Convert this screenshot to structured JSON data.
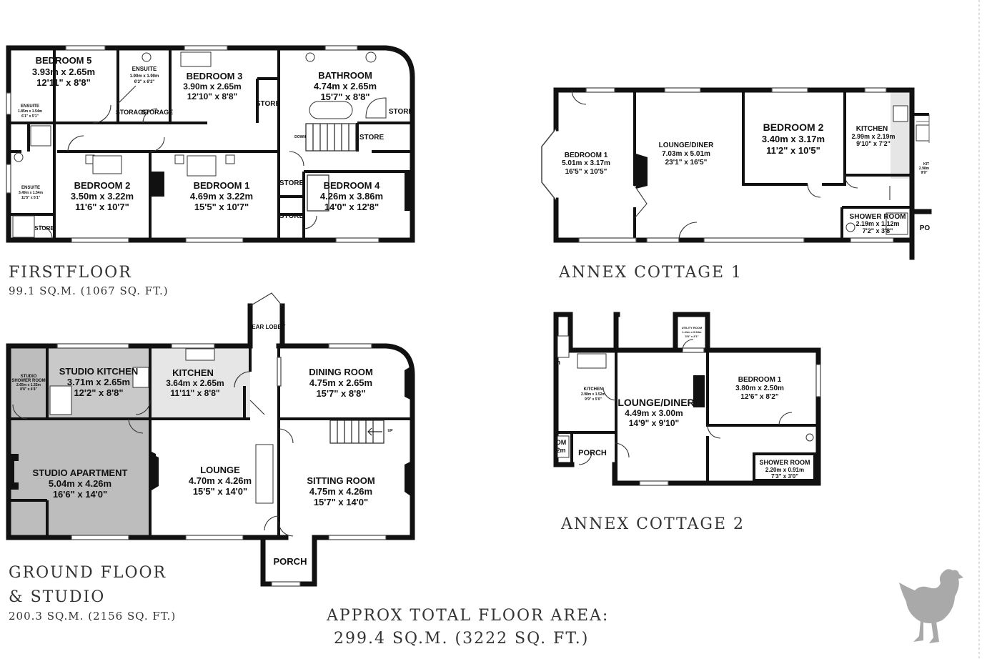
{
  "first_floor": {
    "title": "FIRSTFLOOR",
    "area": "99.1 SQ.M. (1067 SQ. FT.)",
    "rooms": {
      "bedroom5": {
        "name": "BEDROOM 5",
        "m": "3.93m  x 2.65m",
        "ft": "12'11\"  x 8'8\""
      },
      "ensuite_top": {
        "name": "ENSUITE",
        "m": "1.90m  x 1.90m",
        "ft": "6'3\"  x 6'3\""
      },
      "bedroom3": {
        "name": "BEDROOM 3",
        "m": "3.90m  x 2.65m",
        "ft": "12'10\"  x 8'8\""
      },
      "store_b3": {
        "name": "STORE"
      },
      "bathroom": {
        "name": "BATHROOM",
        "m": "4.74m  x 2.65m",
        "ft": "15'7\"  x 8'8\""
      },
      "store_bath": {
        "name": "STORE"
      },
      "storage1": {
        "name": "STORAGE"
      },
      "storage2": {
        "name": "STORAGE"
      },
      "down": {
        "name": "DOWN"
      },
      "store_landing": {
        "name": "STORE"
      },
      "ensuite_left": {
        "name": "ENSUITE",
        "m": "1.85m  x 1.54m",
        "ft": "6'1\"  x 5'1\""
      },
      "ensuite_left2": {
        "name": "ENSUITE",
        "m": "3.49m  x 1.54m",
        "ft": "11'5\"  x 5'1\""
      },
      "store_e2": {
        "name": "STORE"
      },
      "bedroom2": {
        "name": "BEDROOM 2",
        "m": "3.50m  x 3.22m",
        "ft": "11'6\"  x 10'7\""
      },
      "bedroom1": {
        "name": "BEDROOM 1",
        "m": "4.69m  x 3.22m",
        "ft": "15'5\"  x 10'7\""
      },
      "store_mid1": {
        "name": "STORE"
      },
      "store_mid2": {
        "name": "STORE"
      },
      "bedroom4": {
        "name": "BEDROOM 4",
        "m": "4.26m  x 3.86m",
        "ft": "14'0\"  x 12'8\""
      }
    }
  },
  "ground_floor": {
    "title_line1": "GROUND FLOOR",
    "title_line2": "& STUDIO",
    "area": "200.3 SQ.M. (2156 SQ. FT.)",
    "rooms": {
      "studio_shower": {
        "name1": "STUDIO",
        "name2": "SHOWER ROOM",
        "m": "2.65m  x 1.32m",
        "ft": "8'8\"  x 4'4\""
      },
      "studio_kitchen": {
        "name": "STUDIO KITCHEN",
        "m": "3.71m  x 2.65m",
        "ft": "12'2\"  x 8'8\""
      },
      "kitchen": {
        "name": "KITCHEN",
        "m": "3.64m  x 2.65m",
        "ft": "11'11\"  x 8'8\""
      },
      "rear_lobby": {
        "name": "REAR LOBBY"
      },
      "dining": {
        "name": "DINING ROOM",
        "m": "4.75m  x 2.65m",
        "ft": "15'7\"  x 8'8\""
      },
      "up": {
        "name": "UP"
      },
      "studio_apartment": {
        "name": "STUDIO APARTMENT",
        "m": "5.04m  x 4.26m",
        "ft": "16'6\"  x 14'0\""
      },
      "lounge": {
        "name": "LOUNGE",
        "m": "4.70m  x 4.26m",
        "ft": "15'5\"  x 14'0\""
      },
      "sitting": {
        "name": "SITTING ROOM",
        "m": "4.75m  x 4.26m",
        "ft": "15'7\"  x 14'0\""
      },
      "porch": {
        "name": "PORCH"
      }
    }
  },
  "annex1": {
    "title": "ANNEX COTTAGE 1",
    "rooms": {
      "bedroom1": {
        "name": "BEDROOM 1",
        "m": "5.01m  x 3.17m",
        "ft": "16'5\"  x 10'5\""
      },
      "lounge": {
        "name": "LOUNGE/DINER",
        "m": "7.03m  x 5.01m",
        "ft": "23'1\"  x 16'5\""
      },
      "bedroom2": {
        "name": "BEDROOM 2",
        "m": "3.40m  x 3.17m",
        "ft": "11'2\"  x 10'5\""
      },
      "kitchen": {
        "name": "KITCHEN",
        "m": "2.99m  x 2.19m",
        "ft": "9'10\"  x 7'2\""
      },
      "kit_cut": {
        "name": "KIT",
        "m": "2.98m",
        "ft": "9'9\""
      },
      "shower": {
        "name": "SHOWER ROOM",
        "m": "2.19m  x 1.12m",
        "ft": "7'2\"  x 3'8\""
      },
      "porch_cut": {
        "name": "PO"
      }
    }
  },
  "annex2": {
    "title": "ANNEX COTTAGE 2",
    "rooms": {
      "cut_left": {
        "name": "m"
      },
      "cut_left2": {
        "name": "OM",
        "m": "2m"
      },
      "utility": {
        "name": "UTILITY ROOM",
        "m": "1.11m x 0.94m",
        "ft": "3'8\" x 3'1\""
      },
      "kitchen": {
        "name": "KITCHEN",
        "m": "2.98m  x 1.52m",
        "ft": "9'9\"  x 5'0\""
      },
      "lounge": {
        "name": "LOUNGE/DINER",
        "m": "4.49m  x 3.00m",
        "ft": "14'9\"  x 9'10\""
      },
      "bedroom1": {
        "name": "BEDROOM 1",
        "m": "3.80m  x 2.50m",
        "ft": "12'6\"  x 8'2\""
      },
      "porch": {
        "name": "PORCH"
      },
      "shower": {
        "name": "SHOWER ROOM",
        "m": "2.20m  x 0.91m",
        "ft": "7'3\"  x 3'0\""
      }
    }
  },
  "total": {
    "line1": "APPROX TOTAL FLOOR AREA:",
    "line2": "299.4 SQ.M. (3222 SQ. FT.)"
  },
  "colors": {
    "studio_fill": "#bdbdbd",
    "kitchen_fill": "#e6e6e6",
    "logo": "#a9a9a9"
  }
}
